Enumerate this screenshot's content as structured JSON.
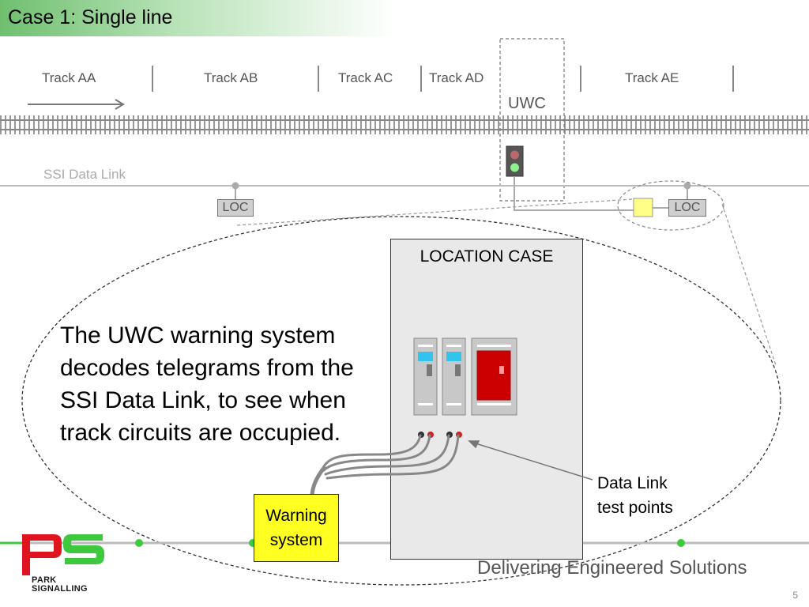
{
  "title": "Case 1: Single line",
  "tracks": [
    "Track AA",
    "Track AB",
    "Track AC",
    "Track AD",
    "Track AE"
  ],
  "uwc_label": "UWC",
  "ssi_label": "SSI Data Link",
  "loc_label": "LOC",
  "location_case": "LOCATION CASE",
  "main_text": "The UWC warning system decodes telegrams from the SSI Data Link, to see when track circuits are occupied.",
  "warning_system": "Warning system",
  "data_link_test_points": "Data Link test points",
  "footer": "Delivering Engineered Solutions",
  "page_number": "5",
  "logo": {
    "line1": "PARK",
    "line2": "SIGNALLING",
    "red": "#e0141e",
    "green": "#3ec83e"
  },
  "colors": {
    "signal_green": "#8ef08e",
    "signal_red": "#b86a6a",
    "warning_yellow": "#ffff22",
    "equipment_red": "#cc0000",
    "equipment_cyan": "#33c4ee"
  }
}
